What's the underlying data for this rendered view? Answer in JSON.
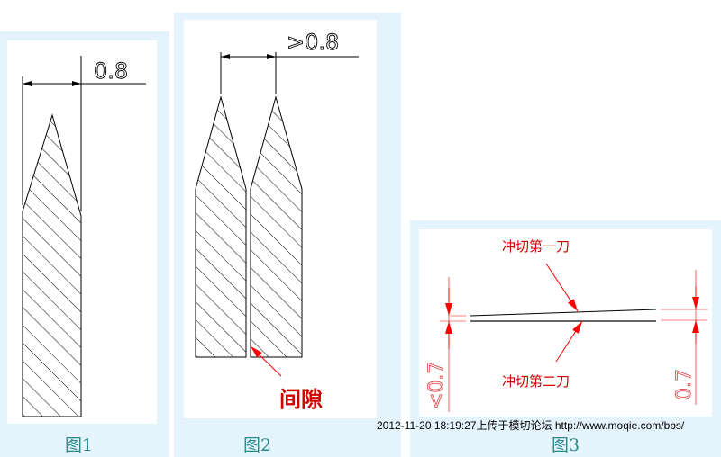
{
  "figures": [
    {
      "caption": "图1",
      "dimension": "0.8"
    },
    {
      "caption": "图2",
      "dimension": ">0.8",
      "gap_label": "间隙"
    },
    {
      "caption": "图3",
      "first_cut_label": "冲切第一刀",
      "second_cut_label": "冲切第二刀",
      "left_dimension": "<0.7",
      "right_dimension": "0.7"
    }
  ],
  "watermark": "2012-11-20 18:19:27上传于模切论坛 http://www.moqie.com/bbs/",
  "colors": {
    "panel": "#e5f3fc",
    "caption": "#2a8a8a",
    "annotation": "#ff0000",
    "dim_red": "#e04040"
  }
}
